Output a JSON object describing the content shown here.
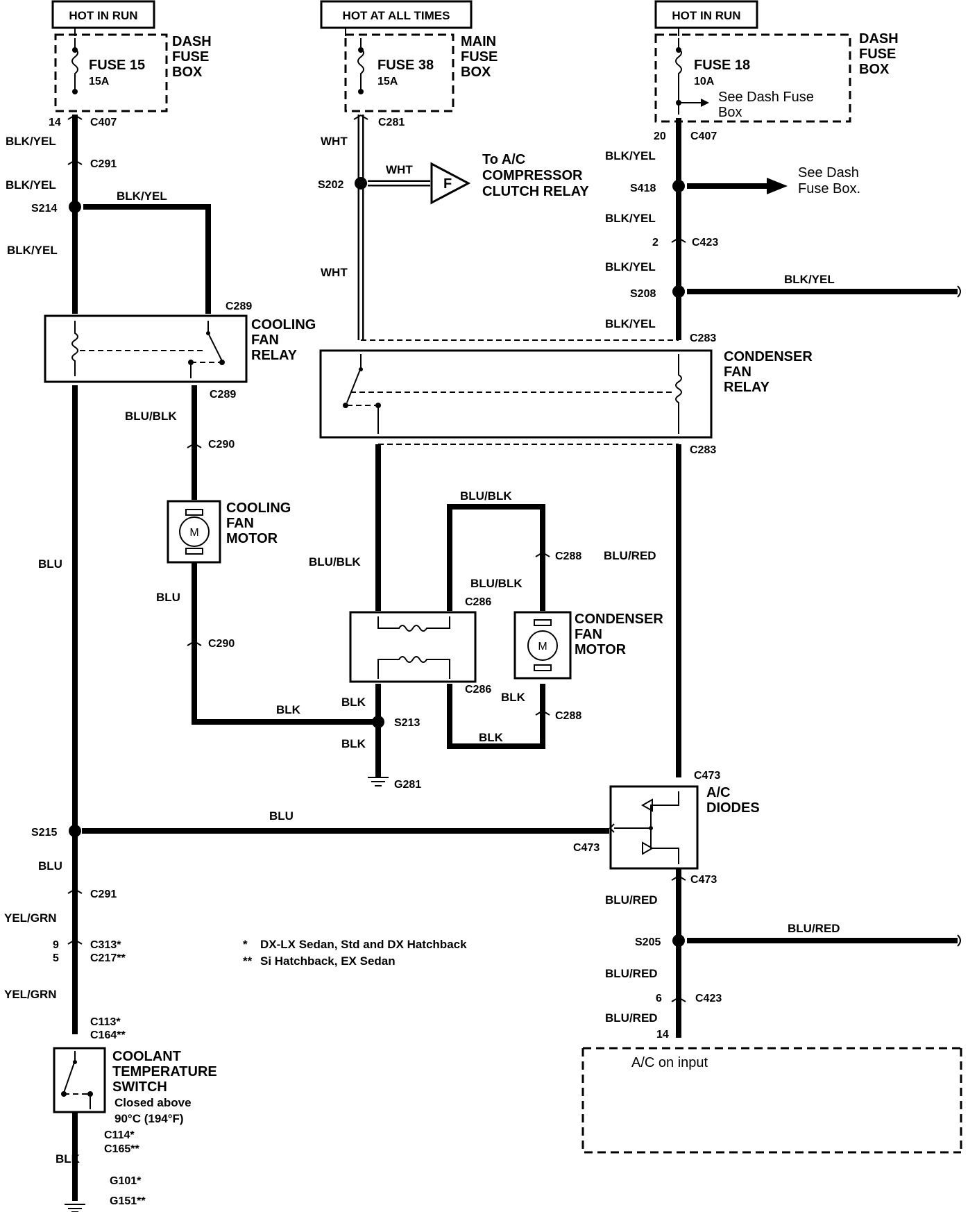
{
  "power_sources": {
    "left": "HOT IN RUN",
    "center": "HOT AT ALL TIMES",
    "right": "HOT IN RUN"
  },
  "fuses": {
    "fuse15": {
      "name": "FUSE 15",
      "rating": "15A",
      "box": [
        "DASH",
        "FUSE",
        "BOX"
      ]
    },
    "fuse38": {
      "name": "FUSE 38",
      "rating": "15A",
      "box": [
        "MAIN",
        "FUSE",
        "BOX"
      ]
    },
    "fuse18": {
      "name": "FUSE 18",
      "rating": "10A",
      "box": [
        "DASH",
        "FUSE",
        "BOX"
      ],
      "note": [
        "See Dash Fuse",
        "Box"
      ]
    }
  },
  "wire_colors": {
    "blk_yel": "BLK/YEL",
    "wht": "WHT",
    "blu": "BLU",
    "blu_blk": "BLU/BLK",
    "blu_red": "BLU/RED",
    "blk": "BLK",
    "yel_grn": "YEL/GRN"
  },
  "connectors": {
    "c407": "C407",
    "c291": "C291",
    "c289": "C289",
    "c290": "C290",
    "c281": "C281",
    "c283": "C283",
    "c423": "C423",
    "c286": "C286",
    "c288": "C288",
    "c473": "C473",
    "c313": "C313*",
    "c217": "C217**",
    "c113": "C113*",
    "c164": "C164**",
    "c114": "C114*",
    "c165": "C165**"
  },
  "pins": {
    "p14": "14",
    "p20": "20",
    "p2": "2",
    "p9": "9",
    "p5": "5",
    "p6": "6",
    "p14b": "14"
  },
  "splices": {
    "s214": "S214",
    "s202": "S202",
    "s418": "S418",
    "s208": "S208",
    "s213": "S213",
    "s215": "S215",
    "s205": "S205"
  },
  "grounds": {
    "g281": "G281",
    "g101": "G101*",
    "g151": "G151**"
  },
  "components": {
    "cooling_fan_relay": [
      "COOLING",
      "FAN",
      "RELAY"
    ],
    "cooling_fan_motor": [
      "COOLING",
      "FAN",
      "MOTOR"
    ],
    "condenser_fan_relay": [
      "CONDENSER",
      "FAN",
      "RELAY"
    ],
    "condenser_fan_motor": [
      "CONDENSER",
      "FAN",
      "MOTOR"
    ],
    "ac_diodes": [
      "A/C",
      "DIODES"
    ],
    "coolant_switch": [
      "COOLANT",
      "TEMPERATURE",
      "SWITCH",
      "Closed above",
      "90°C (194°F)"
    ],
    "motor_symbol": "M",
    "compressor": [
      "To A/C",
      "COMPRESSOR",
      "CLUTCH RELAY"
    ],
    "compressor_tag": "F",
    "see_dash": [
      "See Dash",
      "Fuse Box."
    ],
    "ac_input": "A/C on input"
  },
  "notes": {
    "n1_mark": "*",
    "n1": "DX-LX Sedan, Std and DX Hatchback",
    "n2_mark": "**",
    "n2": "Si Hatchback, EX Sedan"
  }
}
